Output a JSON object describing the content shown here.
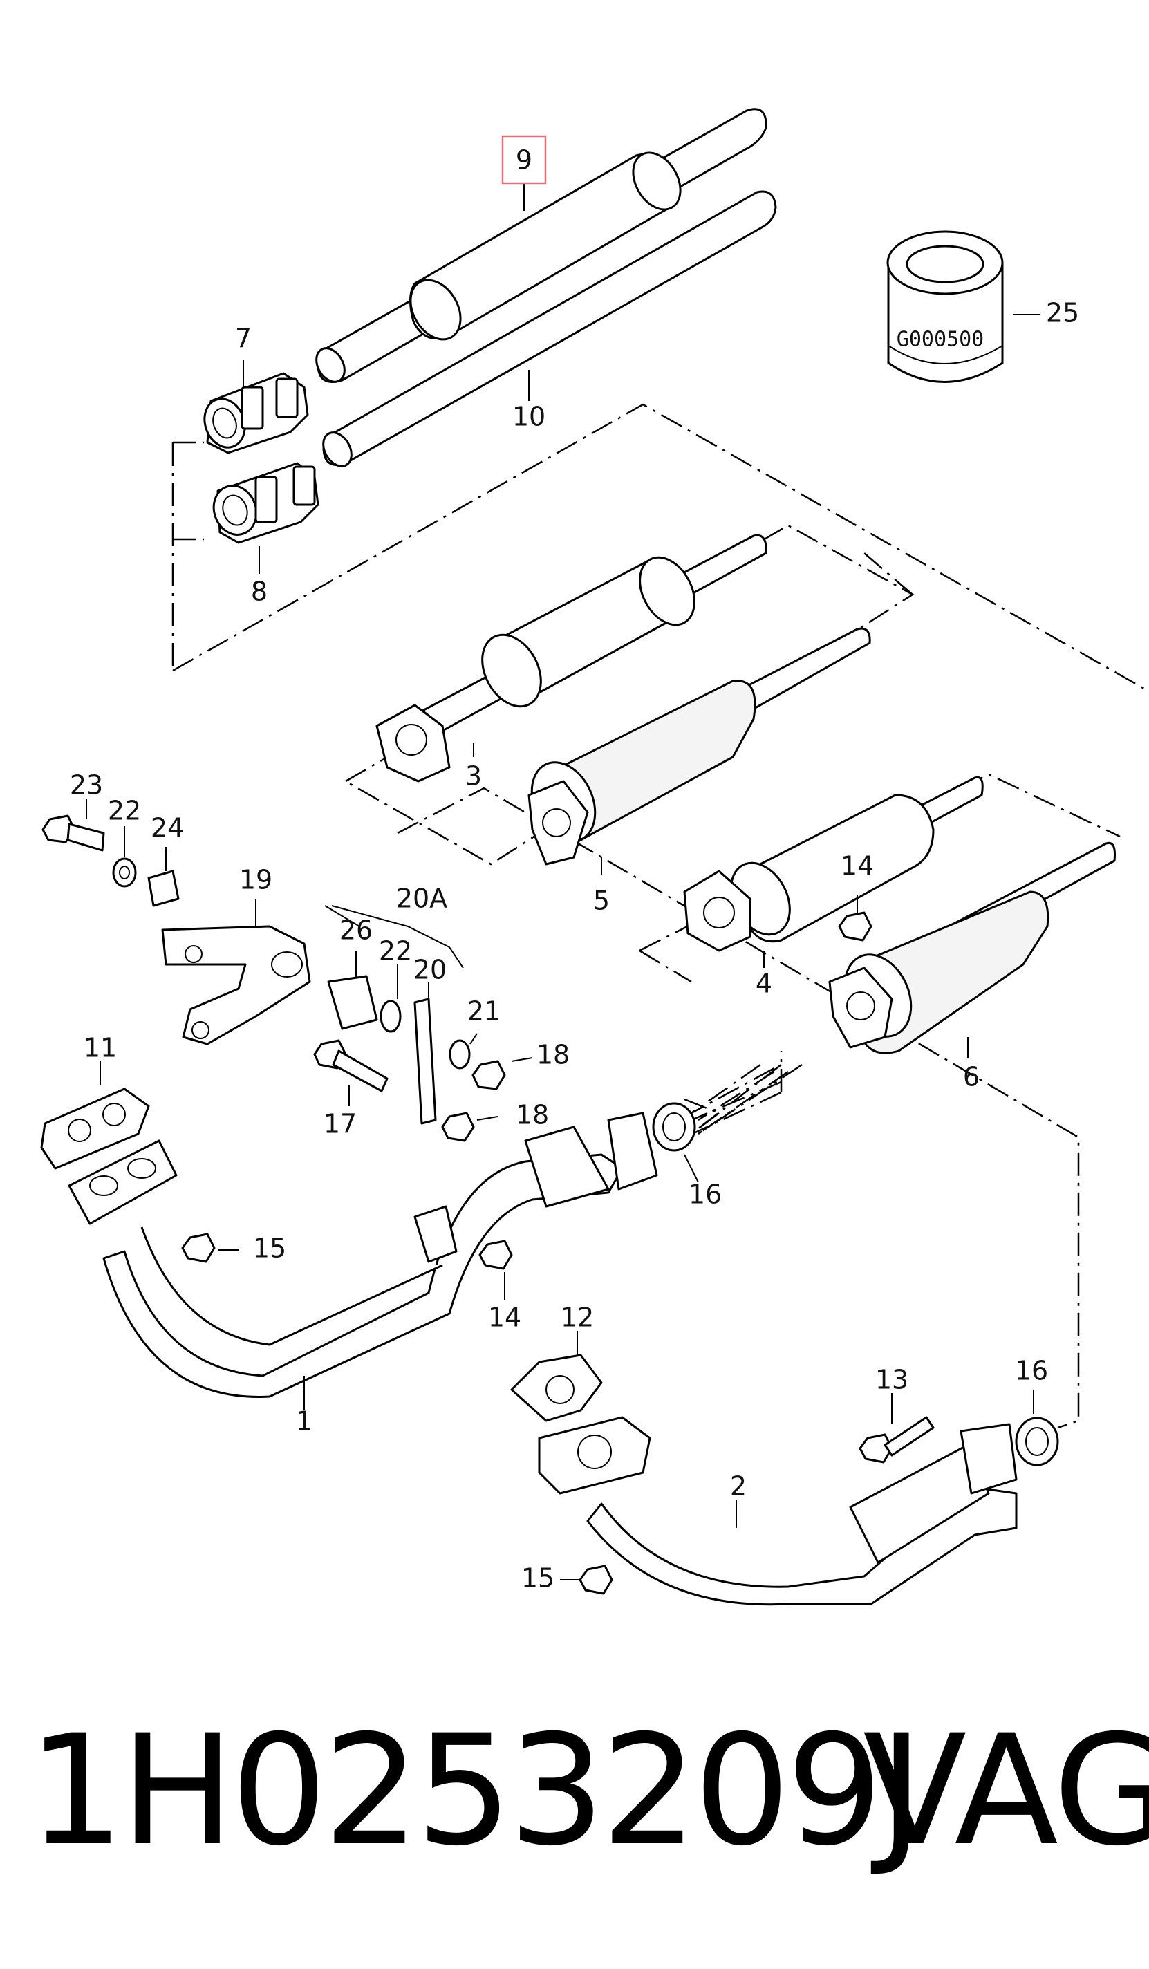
{
  "diagram": {
    "callouts": {
      "c1": "1",
      "c2": "2",
      "c3": "3",
      "c4": "4",
      "c5": "5",
      "c6": "6",
      "c7": "7",
      "c8": "8",
      "c9": "9",
      "c10": "10",
      "c11": "11",
      "c12": "12",
      "c13": "13",
      "c14a": "14",
      "c14b": "14",
      "c15a": "15",
      "c15b": "15",
      "c16a": "16",
      "c16b": "16",
      "c17": "17",
      "c18a": "18",
      "c18b": "18",
      "c19": "19",
      "c20": "20",
      "c20a": "20A",
      "c21": "21",
      "c22a": "22",
      "c22b": "22",
      "c23": "23",
      "c24": "24",
      "c25": "25",
      "c26": "26"
    },
    "highlighted_callout": "9",
    "highlight_color": "#e0707c",
    "can_label": "G000500"
  },
  "footer": {
    "part_number": "1H0253209J",
    "brand": "VAG"
  }
}
